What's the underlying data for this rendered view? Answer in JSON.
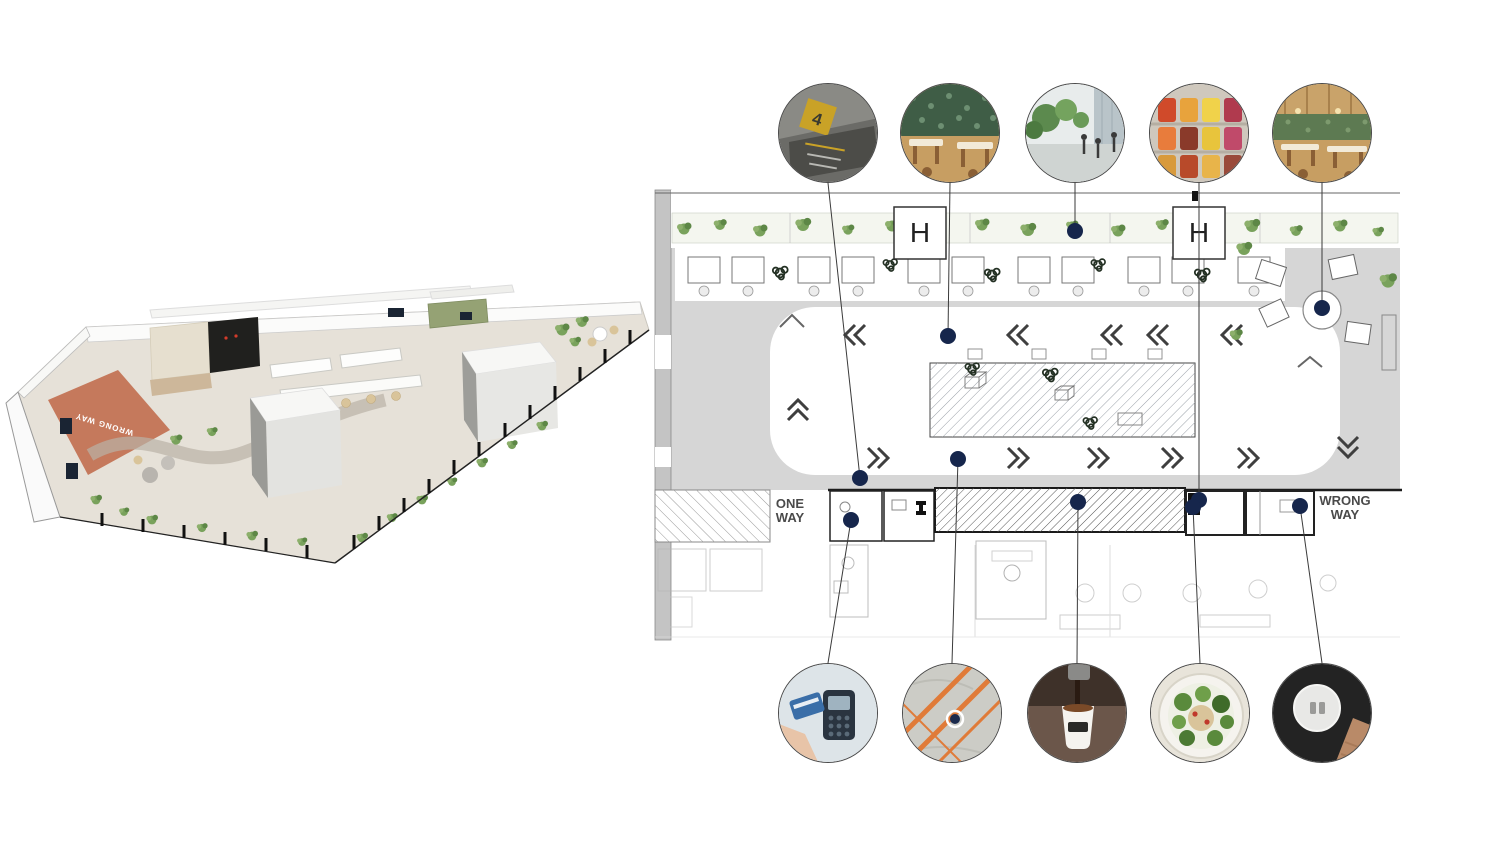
{
  "plan": {
    "one_way": [
      "ONE",
      "WAY"
    ],
    "wrong_way": [
      "WRONG",
      "WAY"
    ],
    "column_marker": "H"
  },
  "render": {
    "floor_label": "WRONG WAY"
  },
  "callouts": {
    "top": [
      {
        "name": "level-4-wayfinding-sign-photo",
        "label": "4"
      },
      {
        "name": "cafe-interior-photo"
      },
      {
        "name": "outdoor-terrace-photo"
      },
      {
        "name": "snack-shelf-photo"
      },
      {
        "name": "dining-hall-photo"
      }
    ],
    "bottom": [
      {
        "name": "card-payment-photo"
      },
      {
        "name": "floor-graphic-photo"
      },
      {
        "name": "coffee-pour-photo"
      },
      {
        "name": "salad-bowl-photo"
      },
      {
        "name": "order-pager-photo"
      }
    ]
  },
  "colors": {
    "marker_navy": "#16264c",
    "sign_gold": "#c9a227",
    "plan_gray": "#d6d6d6",
    "plant_green": "#6f9a53",
    "render_salmon": "#c5795c",
    "line_dark": "#3a3a3a"
  }
}
